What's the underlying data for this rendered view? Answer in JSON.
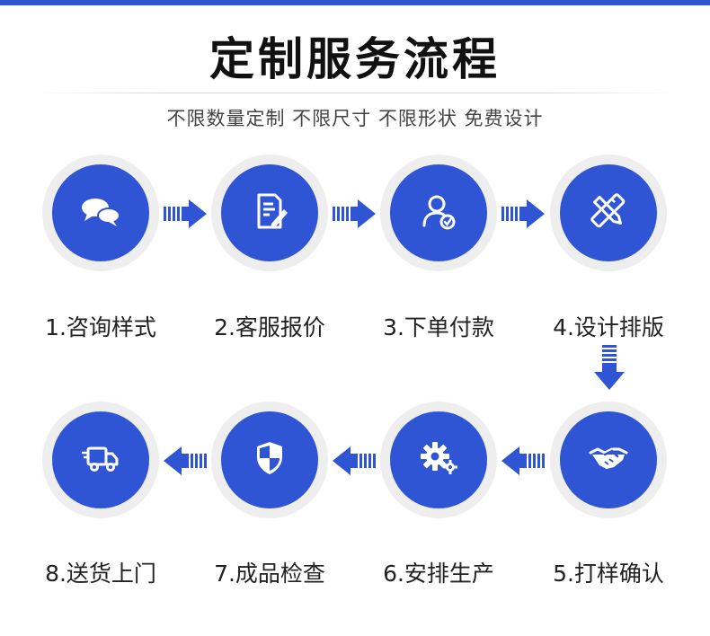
{
  "header": {
    "title": "定制服务流程",
    "subtitle": "不限数量定制 不限尺寸 不限形状 免费设计"
  },
  "colors": {
    "accent": "#2f55d4",
    "ring": "#eeeeee",
    "text": "#222222"
  },
  "steps": [
    {
      "label": "1.咨询样式",
      "icon": "chat-bubbles-icon"
    },
    {
      "label": "2.客服报价",
      "icon": "document-edit-icon"
    },
    {
      "label": "3.下单付款",
      "icon": "user-check-icon"
    },
    {
      "label": "4.设计排版",
      "icon": "pencil-ruler-icon"
    },
    {
      "label": "5.打样确认",
      "icon": "handshake-icon"
    },
    {
      "label": "6.安排生产",
      "icon": "gears-icon"
    },
    {
      "label": "7.成品检查",
      "icon": "shield-icon"
    },
    {
      "label": "8.送货上门",
      "icon": "delivery-truck-icon"
    }
  ]
}
